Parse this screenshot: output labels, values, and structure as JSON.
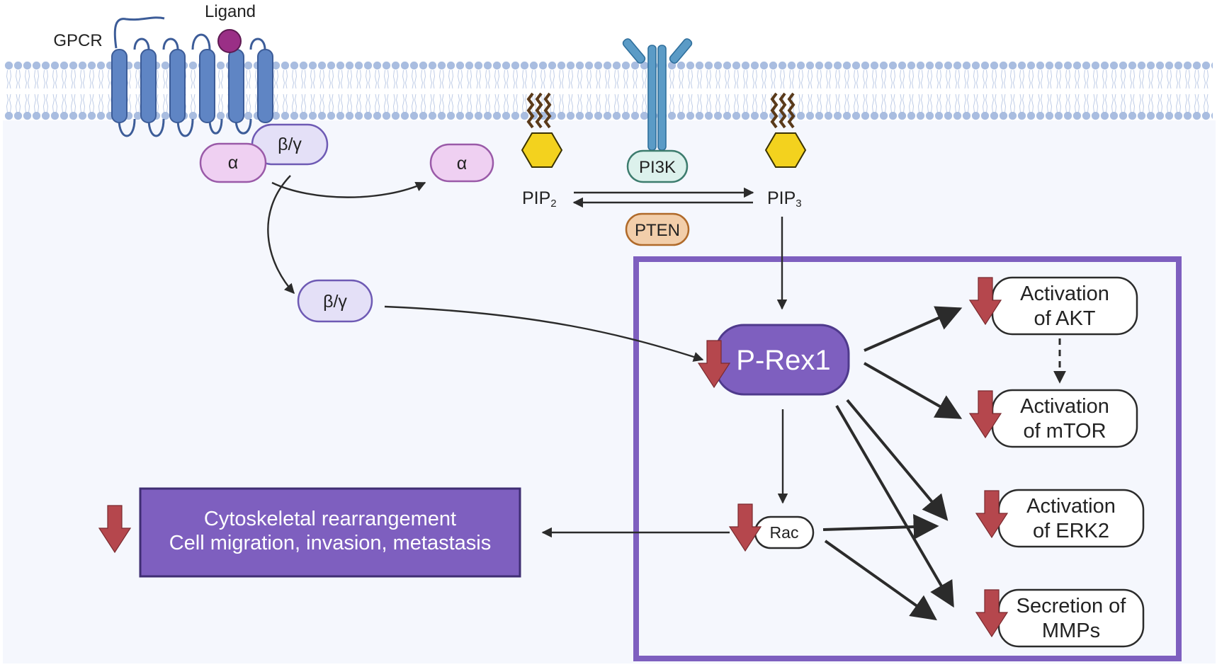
{
  "labels": {
    "gpcr": "GPCR",
    "ligand": "Ligand",
    "alpha": "α",
    "beta_gamma": "β/γ",
    "pip2_main": "PIP",
    "pip2_sub": "2",
    "pip3_main": "PIP",
    "pip3_sub": "3",
    "pi3k": "PI3K",
    "pten": "PTEN",
    "prex1": "P-Rex1",
    "rac": "Rac"
  },
  "outcomes": [
    {
      "line1": "Activation",
      "line2": "of AKT"
    },
    {
      "line1": "Activation",
      "line2": "of mTOR"
    },
    {
      "line1": "Activation",
      "line2": "of ERK2"
    },
    {
      "line1": "Secretion of",
      "line2": "MMPs"
    }
  ],
  "phenotype": {
    "line1": "Cytoskeletal rearrangement",
    "line2": "Cell migration, invasion, metastasis"
  },
  "colors": {
    "background": "#f5f7fd",
    "membrane_head": "#a9bde0",
    "receptor_blue": "#5f85c4",
    "alpha_fill": "#efd0f2",
    "alpha_stroke": "#9a5aa8",
    "beta_fill": "#e4e0f7",
    "beta_stroke": "#6e5ab4",
    "pip_yellow": "#f3d21e",
    "pi3k_fill": "#dcf1ec",
    "pi3k_stroke": "#3d7c6e",
    "pten_fill": "#f2ceaa",
    "pten_stroke": "#b06a2a",
    "purple_box": "#7e5fbf",
    "down_arrow": "#b5474d",
    "ligand": "#9a2f86"
  },
  "icons": [
    "down-arrow-icon",
    "lipid-tail-icon",
    "hexagon-headgroup-icon"
  ]
}
